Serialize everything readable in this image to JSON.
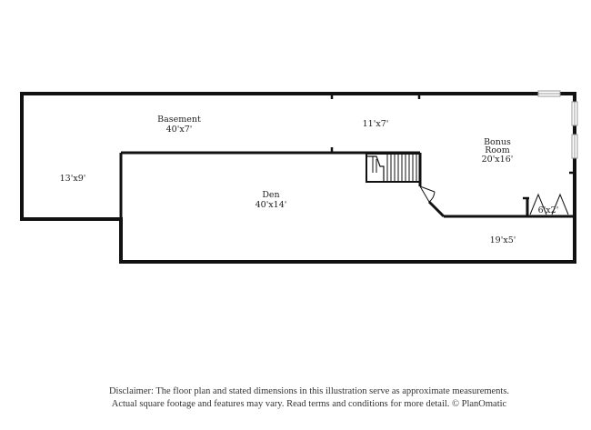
{
  "colors": {
    "wall": "#111111",
    "background": "#ffffff",
    "text": "#222222"
  },
  "rooms": {
    "basement": {
      "name": "Basement",
      "dims": "40'x7'"
    },
    "area_13x9": {
      "dims": "13'x9'"
    },
    "area_11x7": {
      "dims": "11'x7'"
    },
    "den": {
      "name": "Den",
      "dims": "40'x14'"
    },
    "bonus_room": {
      "name_line1": "Bonus",
      "name_line2": "Room",
      "dims": "20'x16'"
    },
    "closet": {
      "dims": "6'x2'"
    },
    "area_19x5": {
      "dims": "19'x5'"
    }
  },
  "disclaimer": {
    "line1": "Disclaimer: The floor plan and stated dimensions in this illustration serve as approximate measurements.",
    "line2": "Actual square footage and features may vary. Read terms and conditions for more detail. © PlanOmatic"
  }
}
